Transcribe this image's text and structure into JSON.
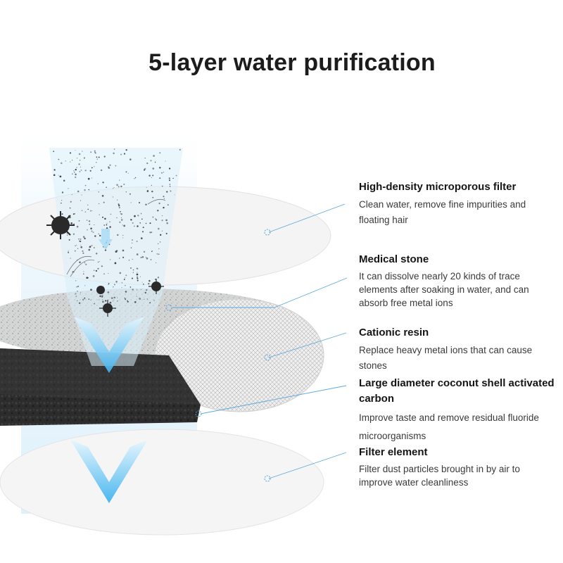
{
  "title": "5-layer water purification",
  "colors": {
    "accent_line": "#3d9bd8",
    "water_blue": "#9fd8f5",
    "arrow_blue": "#3fb3ee",
    "carbon_dark": "#2a2a2a"
  },
  "layers": [
    {
      "name": "High-density microporous filter",
      "description": "Clean water, remove fine impurities and floating hair"
    },
    {
      "name": "Medical stone",
      "description": "It can dissolve nearly 20 kinds of trace elements after soaking in water, and can absorb free metal ions"
    },
    {
      "name": "Cationic resin",
      "description": "Replace heavy metal ions that can cause stones"
    },
    {
      "name": "Large diameter coconut shell activated carbon",
      "description": "Improve taste and remove residual fluoride microorganisms"
    },
    {
      "name": "Filter element",
      "description": "Filter dust particles brought in by air to improve water cleanliness"
    }
  ],
  "icons": [
    "bacteria-icon",
    "hair-strand-icon",
    "down-arrow-icon",
    "target-dot-icon"
  ]
}
